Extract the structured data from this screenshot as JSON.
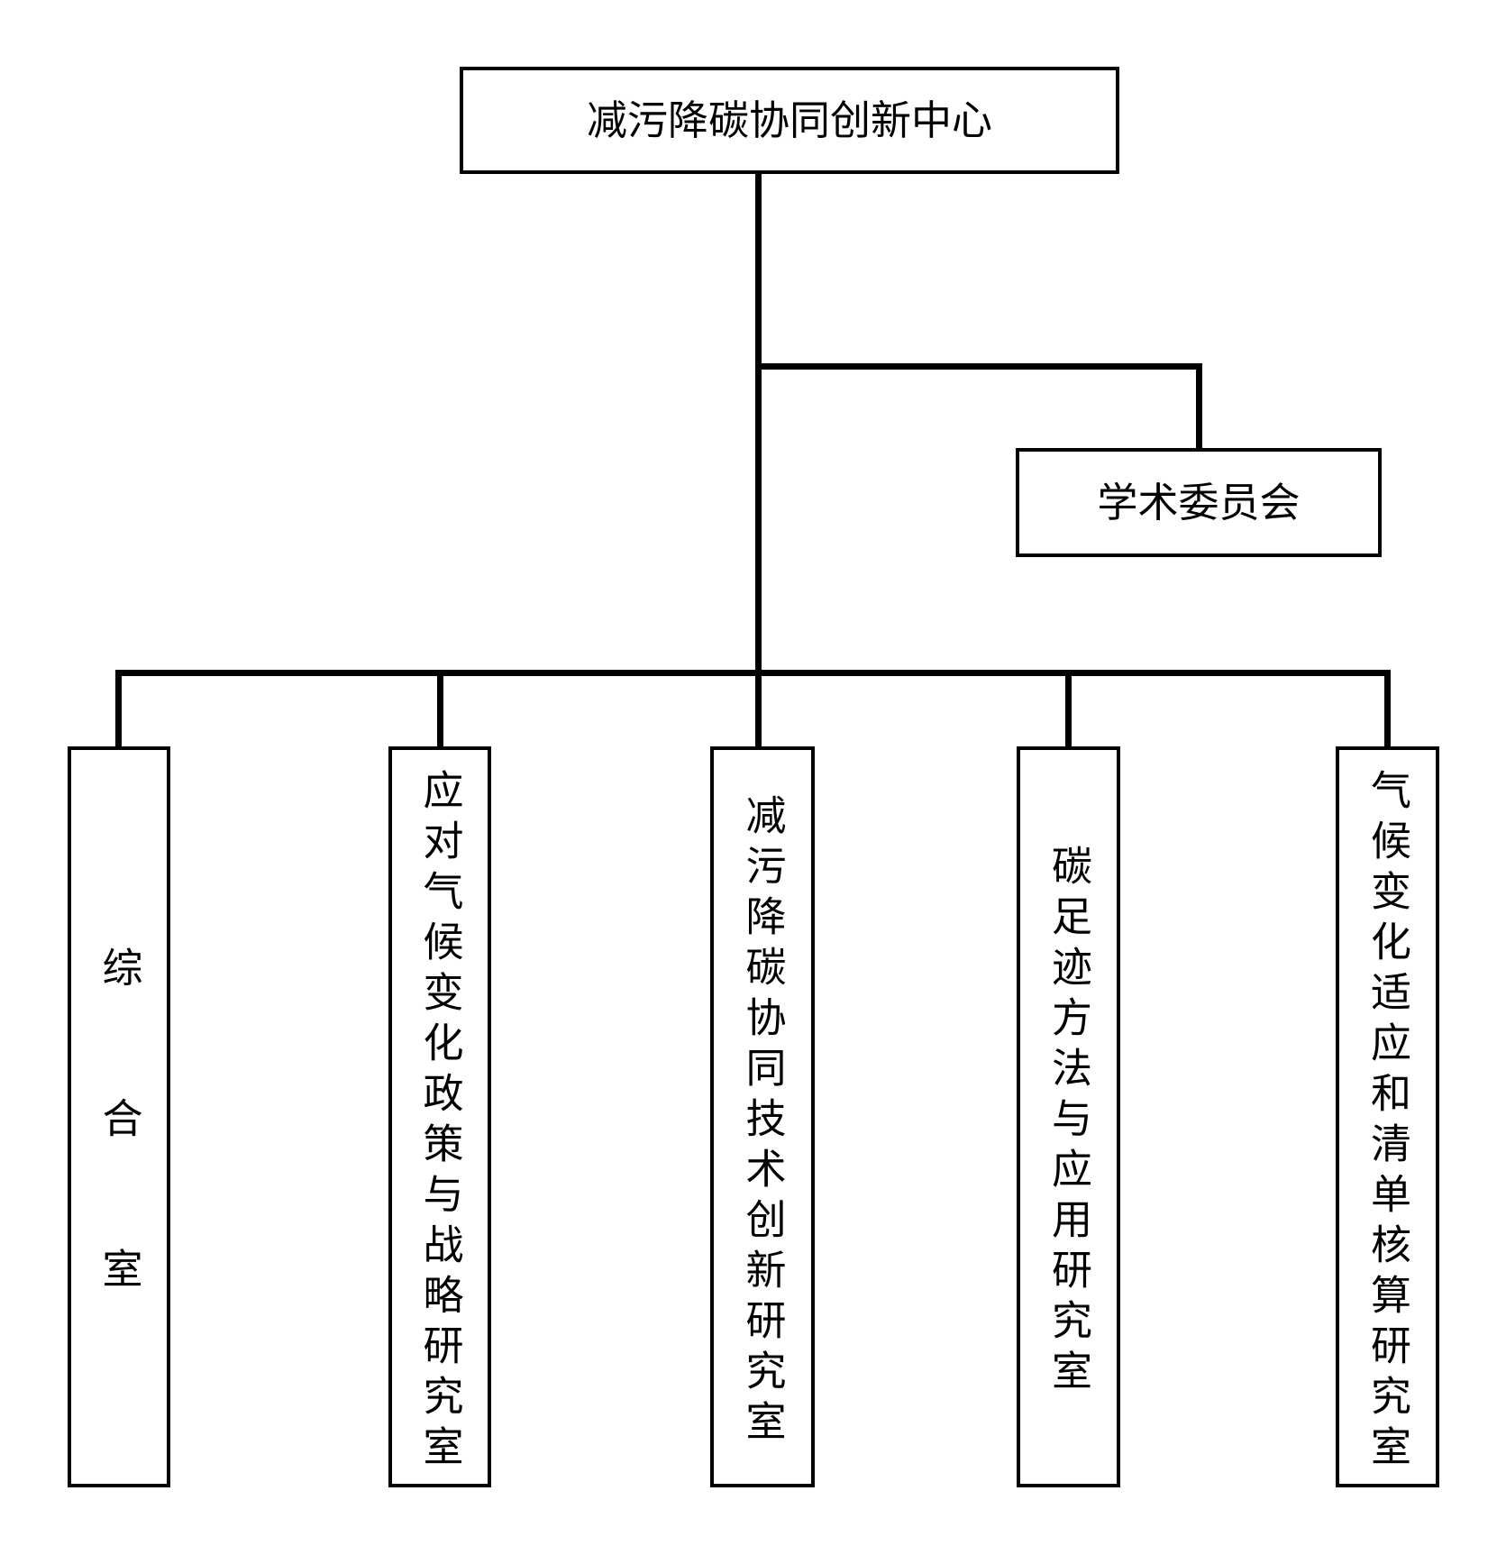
{
  "page": {
    "background": "#ffffff"
  },
  "org_chart": {
    "type": "organization-chart",
    "colors": {
      "line": "#000000",
      "text": "#000000",
      "box_fill": "#ffffff"
    },
    "root": {
      "label": "减污降碳协同创新中心"
    },
    "committee": {
      "label": "学术委员会"
    },
    "departments": [
      {
        "label": "综合室"
      },
      {
        "label": "应对气候变化政策与战略研究室"
      },
      {
        "label": "减污降碳协同技术创新研究室"
      },
      {
        "label": "碳足迹方法与应用研究室"
      },
      {
        "label": "气候变化适应和清单核算研究室"
      }
    ]
  }
}
